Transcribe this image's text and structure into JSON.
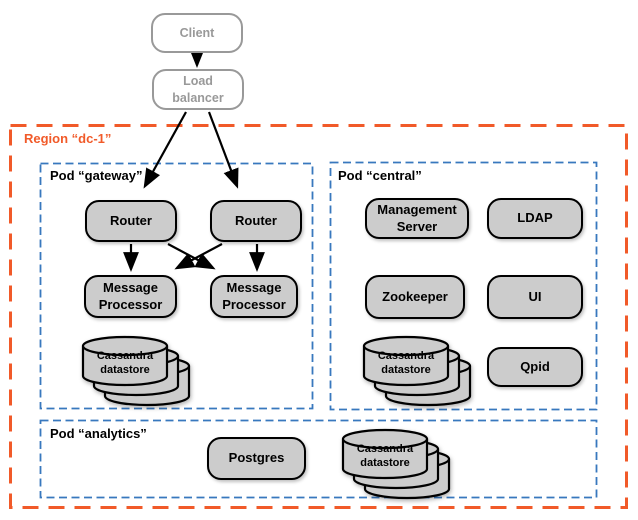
{
  "external": {
    "client": "Client",
    "load_balancer": "Load balancer"
  },
  "region": {
    "label": "Region “dc-1”"
  },
  "pods": {
    "gateway": {
      "label": "Pod “gateway”",
      "router1": "Router",
      "router2": "Router",
      "mp1": "Message Processor",
      "mp2": "Message Processor",
      "cassandra": "Cassandra datastore"
    },
    "central": {
      "label": "Pod “central”",
      "management_server": "Management Server",
      "ldap": "LDAP",
      "zookeeper": "Zookeeper",
      "ui": "UI",
      "cassandra": "Cassandra datastore",
      "qpid": "Qpid"
    },
    "analytics": {
      "label": "Pod “analytics”",
      "postgres": "Postgres",
      "cassandra": "Cassandra datastore"
    }
  },
  "edges": [
    {
      "from": "client",
      "to": "load_balancer"
    },
    {
      "from": "load_balancer",
      "to": "router1"
    },
    {
      "from": "load_balancer",
      "to": "router2"
    },
    {
      "from": "router1",
      "to": "mp1"
    },
    {
      "from": "router1",
      "to": "mp2"
    },
    {
      "from": "router2",
      "to": "mp1"
    },
    {
      "from": "router2",
      "to": "mp2"
    }
  ],
  "colors": {
    "region_border": "#F15A29",
    "pod_border": "#3878BE",
    "node_fill": "#CCCCCC",
    "node_border": "#000000",
    "external_border": "#999999"
  }
}
